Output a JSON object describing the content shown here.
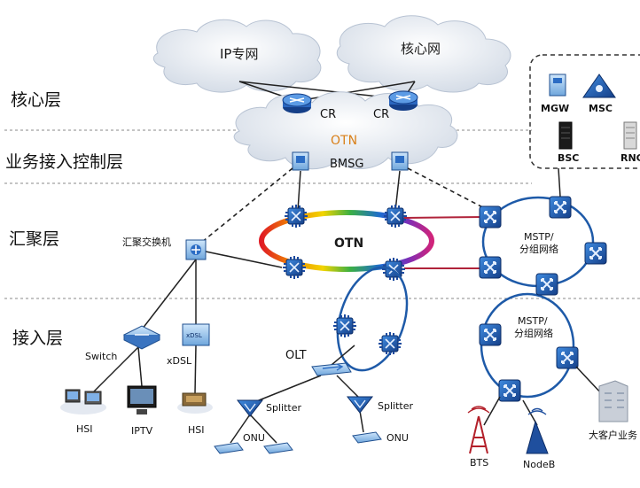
{
  "layers": {
    "core": "核心层",
    "service_control": "业务接入控制层",
    "aggregation": "汇聚层",
    "access": "接入层"
  },
  "clouds": {
    "ip_network": "IP专网",
    "core_network": "核心网",
    "otn_top": "OTN"
  },
  "devices": {
    "cr_left": "CR",
    "cr_right": "CR",
    "bmsg": "BMSG",
    "agg_switch": "汇聚交换机",
    "otn_ring": "OTN",
    "mstp_upper": "MSTP/",
    "mstp_upper_2": "分组网络",
    "mstp_lower": "MSTP/",
    "mstp_lower_2": "分组网络",
    "switch": "Switch",
    "xdsl": "xDSL",
    "xdsl_device": "xDSL",
    "olt": "OLT",
    "splitter_left": "Splitter",
    "splitter_right": "Splitter",
    "onu_left": "ONU",
    "onu_right": "ONU",
    "hsi_left": "HSI",
    "iptv": "IPTV",
    "hsi_right": "HSI",
    "bts": "BTS",
    "nodeb": "NodeB",
    "enterprise": "大客户业务"
  },
  "core_panel": {
    "mgw": "MGW",
    "msc": "MSC",
    "bsc": "BSC",
    "rnc": "RNC"
  },
  "colors": {
    "cloud_fill": "#e6ecf3",
    "router_blue": "#1f5fb8",
    "ring_blue": "#1e5aa8",
    "link_red": "#b0233a",
    "dashed": "#333333"
  }
}
